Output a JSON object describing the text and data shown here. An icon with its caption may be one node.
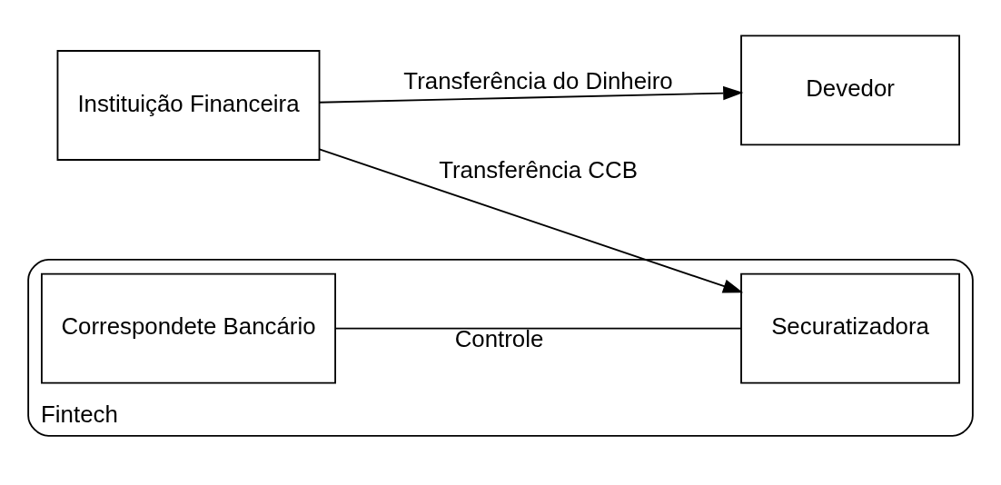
{
  "diagram": {
    "nodes": [
      {
        "text": [
          "Devedor"
        ]
      },
      {
        "text": [
          "Instituição Financeira"
        ]
      },
      {
        "text": [
          "Fintech"
        ]
      },
      {
        "text": [
          "Correspondete Bancário"
        ],
        "in": 2
      },
      {
        "text": [
          "Securatizadora"
        ],
        "in": 2
      }
    ],
    "edges": [
      {
        "from": 1,
        "to": 0,
        "arrow": "to",
        "label": "Transferência do Dinheiro"
      },
      {
        "from": 3,
        "to": 4,
        "arrow": "none",
        "label": "Controle"
      },
      {
        "from": 1,
        "to": 4,
        "arrow": "to",
        "label": "Transferência CCB"
      }
    ]
  }
}
